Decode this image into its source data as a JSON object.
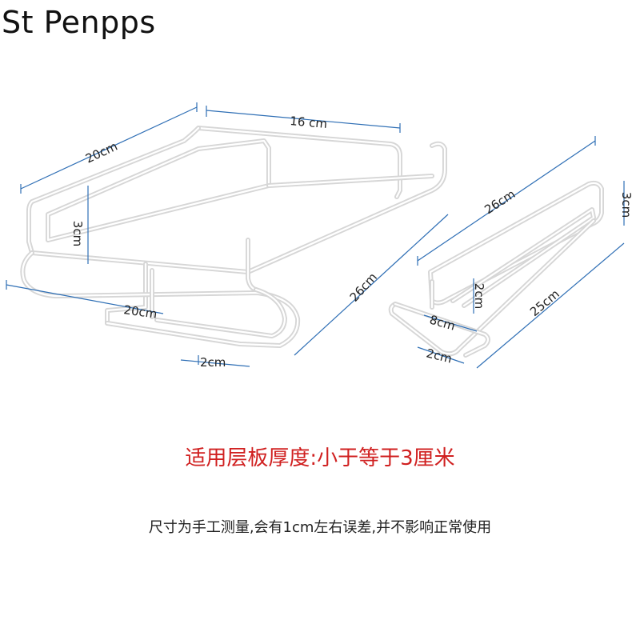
{
  "brand": "St Penpps",
  "dimensions": {
    "left_top_width": "16 cm",
    "left_depth_top": "20cm",
    "left_height": "3cm",
    "left_bottom_depth": "20cm",
    "left_length": "26cm",
    "left_gap": "2cm",
    "right_top_length": "26cm",
    "right_height": "3cm",
    "right_inner_height": "2cm",
    "right_width": "8cm",
    "right_gap": "2cm",
    "right_bottom_length": "25cm"
  },
  "caption_main": "适用层板厚度:小于等于3厘米",
  "caption_note": "尺寸为手工测量,会有1cm左右误差,并不影响正常使用"
}
